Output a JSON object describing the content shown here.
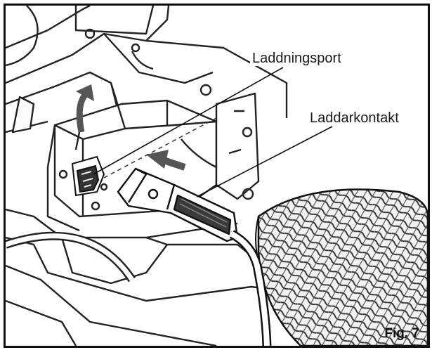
{
  "figure": {
    "labels": {
      "charging_port": "Laddningsport",
      "charging_connector": "Laddarkontakt"
    },
    "caption": "Fig. 7"
  }
}
